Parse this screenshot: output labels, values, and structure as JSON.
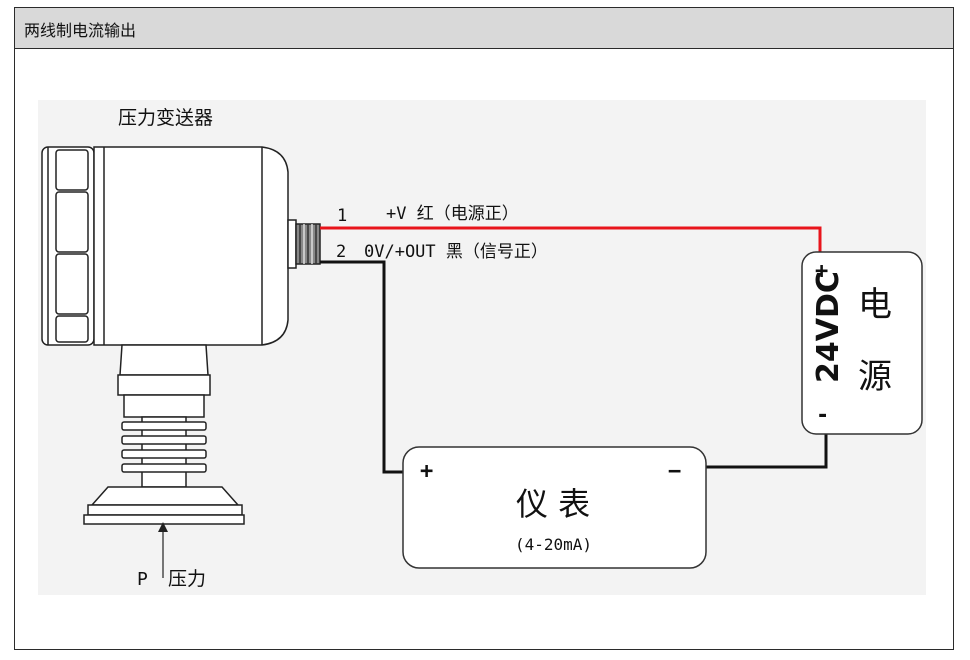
{
  "header": {
    "title": "两线制电流输出"
  },
  "device": {
    "label": "压力变送器"
  },
  "pressure": {
    "p": "P",
    "label": "压力"
  },
  "wires": [
    {
      "num": "1",
      "label": "+V 红（电源正）",
      "color": "#e8141b"
    },
    {
      "num": "2",
      "label": "0V/+OUT 黑（信号正）",
      "color": "#111111"
    }
  ],
  "power": {
    "plus": "+",
    "minus": "-",
    "voltage": "24VDC",
    "name_1": "电",
    "name_2": "源"
  },
  "meter": {
    "plus": "+",
    "minus": "−",
    "name": "仪 表",
    "range": "(4-20mA)"
  }
}
